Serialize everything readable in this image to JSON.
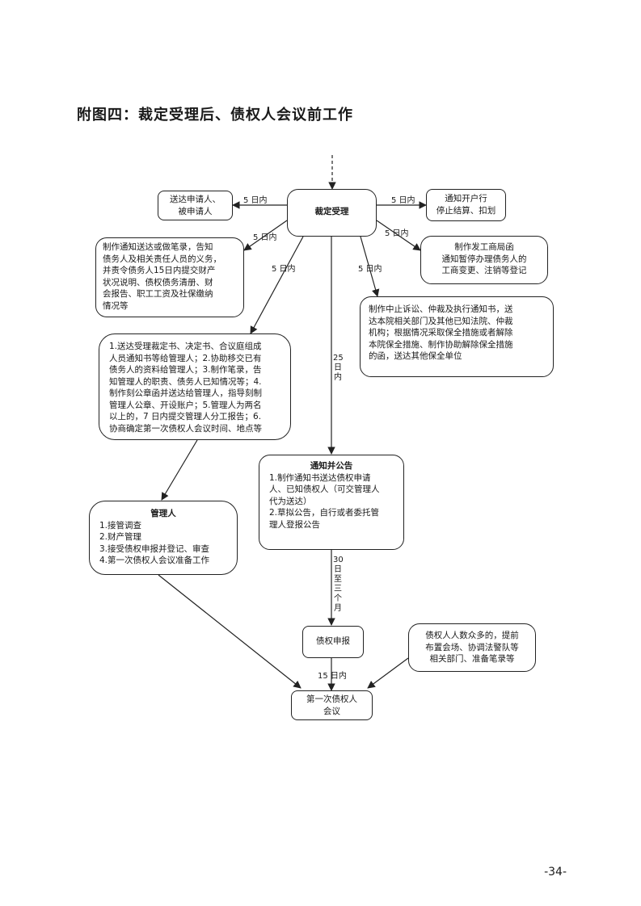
{
  "title": "附图四：裁定受理后、债权人会议前工作",
  "nodes": {
    "center": "裁定受理",
    "serve_applicant": [
      "送达申请人、",
      "被申请人"
    ],
    "notify_bank": [
      "通知开户行",
      "停止结算、扣划"
    ],
    "notify_debtor": [
      "制作通知送达或做笔录，告知",
      "债务人及相关责任人员的义务，",
      "并责令债务人15日内提交财产",
      "状况说明、债权债务清册、财",
      "会报告、职工工资及社保缴纳",
      "情况等"
    ],
    "business_bureau": [
      "制作发工商局函",
      "通知暂停办理债务人的",
      "工商变更、注销等登记"
    ],
    "suspend_litigation": [
      "制作中止诉讼、仲裁及执行通知书，送",
      "达本院相关部门及其他已知法院、仲裁",
      "机构；根据情况采取保全措施或者解除",
      "本院保全措施、制作协助解除保全措施",
      "的函，送达其他保全单位"
    ],
    "administrator_tasks": [
      "1.送达受理裁定书、决定书、合议庭组成",
      "人员通知书等给管理人；2.协助移交已有",
      "债务人的资料给管理人；3.制作笔录，告",
      "知管理人的职责、债务人已知情况等；4.",
      "制作刻公章函并送达给管理人，指导刻制",
      "管理人公章、开设账户；5.管理人为两名",
      "以上的，7 日内提交管理人分工报告；6.",
      "协商确定第一次债权人会议时间、地点等"
    ],
    "notice": {
      "heading": "通知并公告",
      "lines": [
        "1.制作通知书送达债权申请",
        "人、已知债权人（可交管理人",
        "代为送达）",
        "2.草拟公告，自行或者委托管",
        "理人登报公告"
      ]
    },
    "administrator": {
      "heading": "管理人",
      "lines": [
        "1.接管调查",
        "2.财产管理",
        "3.接受债权申报并登记、审查",
        "4.第一次债权人会议准备工作"
      ]
    },
    "claim_declaration": "债权申报",
    "many_creditors": [
      "债权人人数众多的，提前",
      "布置会场、协调法警队等",
      "相关部门、准备笔录等"
    ],
    "first_meeting": [
      "第一次债权人",
      "会议"
    ]
  },
  "edge_labels": {
    "to_applicant": "5 日内",
    "to_bank": "5 日内",
    "to_debtor": "5 日内",
    "to_bureau": "5 日内",
    "to_admin_tasks": "5 日内",
    "to_suspend": "5 日内",
    "to_notice": "25日内",
    "to_claim": "30日至三个月",
    "to_meeting": "15 日内"
  },
  "page_number": "-34-"
}
